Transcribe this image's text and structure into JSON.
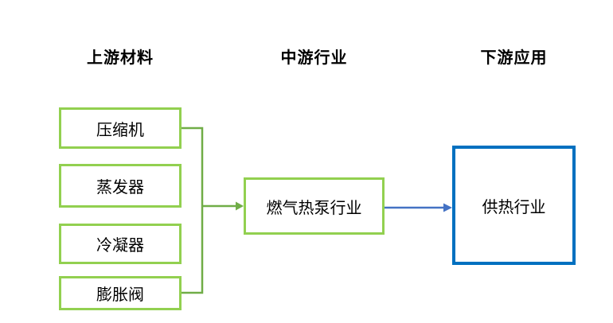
{
  "diagram": {
    "headers": [
      {
        "id": "upstream",
        "label": "上游材料"
      },
      {
        "id": "midstream",
        "label": "中游行业"
      },
      {
        "id": "downstream",
        "label": "下游应用"
      }
    ],
    "upstream_items": [
      {
        "label": "压缩机"
      },
      {
        "label": "蒸发器"
      },
      {
        "label": "冷凝器"
      },
      {
        "label": "膨胀阀"
      }
    ],
    "midstream_item": {
      "label": "燃气热泵行业"
    },
    "downstream_item": {
      "label": "供热行业"
    },
    "connectors": [
      {
        "name": "upstream-bracket",
        "from": "upstream-boxes",
        "to": "midstream-box",
        "style": "green-arrow"
      },
      {
        "name": "midstream-to-downstream",
        "from": "midstream-box",
        "to": "downstream-box",
        "style": "blue-arrow"
      }
    ],
    "colors": {
      "green_box_border": "#92D050",
      "green_connector": "#70AD47",
      "blue_box_border": "#0070C0",
      "blue_connector": "#4472C4",
      "text": "#000000",
      "background": "#FFFFFF"
    }
  }
}
